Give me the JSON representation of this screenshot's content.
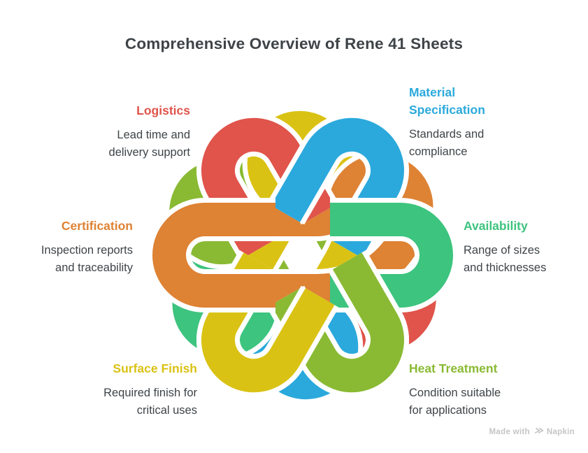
{
  "title": "Comprehensive Overview of Rene 41 Sheets",
  "sections": [
    {
      "id": "logistics",
      "title": "Logistics",
      "body": "Lead time and\ndelivery support",
      "color": "#e0544b"
    },
    {
      "id": "material-specification",
      "title": "Material\nSpecification",
      "body": "Standards and\ncompliance",
      "color": "#2ba9dc"
    },
    {
      "id": "certification",
      "title": "Certification",
      "body": "Inspection reports\nand traceability",
      "color": "#de8234"
    },
    {
      "id": "availability",
      "title": "Availability",
      "body": "Range of sizes\nand thicknesses",
      "color": "#3dc47f"
    },
    {
      "id": "surface-finish",
      "title": "Surface Finish",
      "body": "Required finish for\ncritical uses",
      "color": "#dac214"
    },
    {
      "id": "heat-treatment",
      "title": "Heat Treatment",
      "body": "Condition suitable\nfor applications",
      "color": "#8aba33"
    }
  ],
  "knot": {
    "colors": {
      "red": "#e0544b",
      "blue": "#2ba9dc",
      "orange": "#de8234",
      "green": "#3dc47f",
      "yellow": "#dac214",
      "lime": "#8aba33"
    }
  },
  "footer": {
    "made_with": "Made with",
    "brand": "Napkin"
  }
}
